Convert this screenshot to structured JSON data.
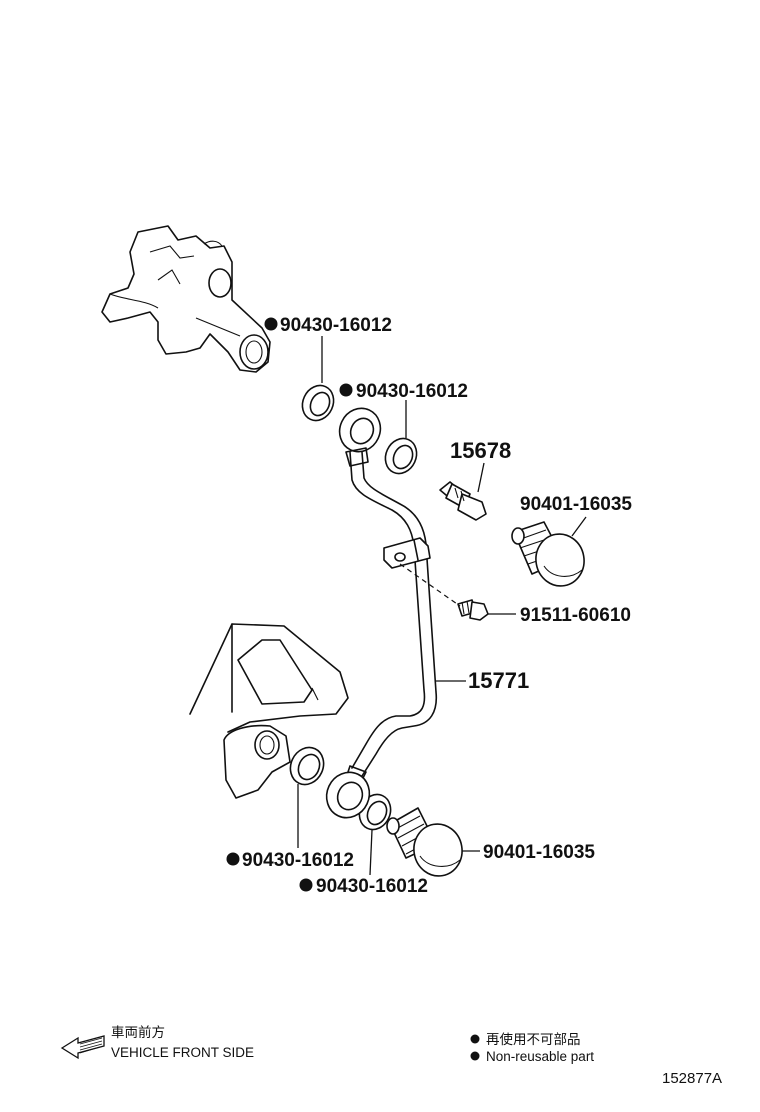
{
  "parts": {
    "gasket_upper_left": "90430-16012",
    "gasket_upper_right": "90430-16012",
    "sensor": "15678",
    "union_bolt_upper": "90401-16035",
    "bolt": "91511-60610",
    "oil_pipe": "15771",
    "gasket_lower_left": "90430-16012",
    "gasket_lower_right": "90430-16012",
    "union_bolt_lower": "90401-16035"
  },
  "legend": {
    "front_jp": "車両前方",
    "front_en": "VEHICLE FRONT SIDE",
    "nonreuse_jp": "再使用不可部品",
    "nonreuse_en": "Non-reusable part"
  },
  "figure_id": "152877A",
  "icons": [
    "non-reusable-bullet-icon",
    "vehicle-front-arrow-icon"
  ]
}
